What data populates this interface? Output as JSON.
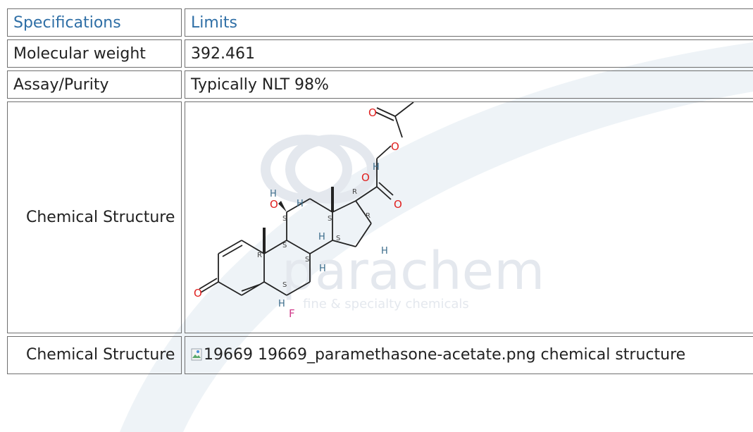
{
  "table": {
    "header": {
      "col1": "Specifications",
      "col2": "Limits"
    },
    "rows": [
      {
        "label": "Molecular weight",
        "value": "392.461"
      },
      {
        "label": "Assay/Purity",
        "value": "Typically NLT 98%"
      },
      {
        "label": "Chemical Structure"
      },
      {
        "label": "Chemical Structure",
        "value": "19669 19669_paramethasone-acetate.png chemical structure"
      }
    ]
  },
  "watermark": {
    "brand": "parachem",
    "tagline": "fine & specialty chemicals"
  },
  "structure_atoms": {
    "O": "O",
    "H": "H",
    "F": "F",
    "S": "S",
    "R": "R"
  },
  "colors": {
    "header_text": "#2f6fa6",
    "border": "#6f6f6f",
    "oxygen": "#e0201f",
    "fluorine": "#d03a8a",
    "watermark": "#e4e8ee"
  },
  "icons": {
    "broken_image": "broken-image-icon"
  }
}
